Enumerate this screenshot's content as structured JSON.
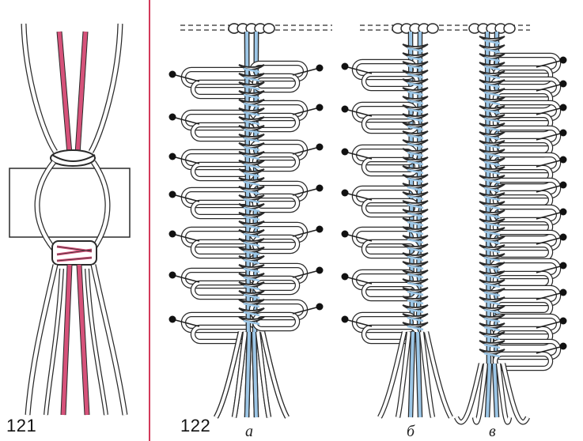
{
  "figures": [
    {
      "number": "121"
    },
    {
      "number": "122",
      "variants": [
        "а",
        "б",
        "в"
      ]
    }
  ],
  "colors": {
    "cord_outline": "#2a2a2a",
    "cord_fill": "#ffffff",
    "core_pink": "#d6527a",
    "core_blue": "#9cc6e6",
    "divider": "#d23a5a",
    "block_fill": "#ffffff",
    "pin_head": "#111111"
  },
  "icons": [
    "pin-icon",
    "knot-icon",
    "cord-icon"
  ]
}
